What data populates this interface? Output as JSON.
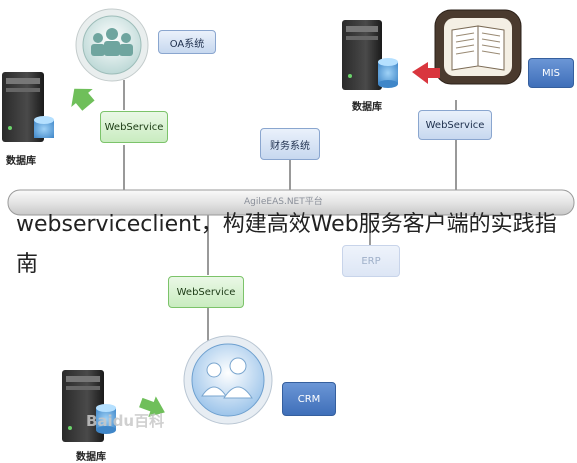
{
  "nodes": {
    "oa": "OA系统",
    "finance": "财务系统",
    "mis": "MIS",
    "erp": "ERP",
    "crm": "CRM",
    "webservice_left": "WebService",
    "webservice_right": "WebService",
    "webservice_bottom": "WebService"
  },
  "databases": {
    "left": "数据库",
    "top_right": "数据库",
    "bottom": "数据库"
  },
  "bus_label": "AgileEAS.NET平台",
  "overlay_title": "webserviceclient，构建高效Web服务客户端的实践指南",
  "watermark": "Baidu百科",
  "colors": {
    "webservice": "#c9ecc0",
    "system_box": "#c7d8ef",
    "crm_mis": "#4a7cc4",
    "arrow_green": "#6fbf5a",
    "arrow_red": "#d9363e"
  }
}
